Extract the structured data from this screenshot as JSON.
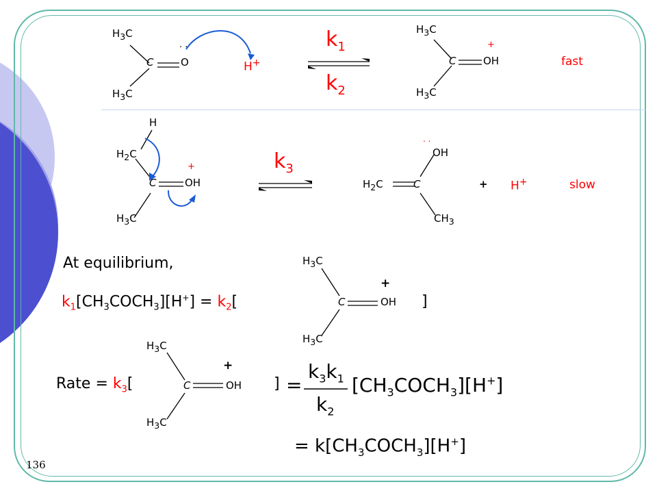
{
  "page_number": "136",
  "colors": {
    "accent": "#5a5bd6",
    "frame": "#5fb8a8",
    "highlight": "#ff0000",
    "arrow": "#1a5bd6"
  },
  "step1": {
    "k1": "k",
    "k1_sub": "1",
    "k2": "k",
    "k2_sub": "2",
    "proton": "H",
    "proton_charge": "+",
    "plus_charge": "+",
    "speed": "fast",
    "reactant": {
      "ch3_top": "H",
      "ch3_top_sub": "3",
      "ch3_top_c": "C",
      "c": "C",
      "o": "O",
      "ch3_bot": "H",
      "ch3_bot_sub": "3",
      "ch3_bot_c": "C",
      "lone_pair": ". ."
    },
    "product": {
      "ch3_top": "H",
      "ch3_top_sub": "3",
      "ch3_top_c": "C",
      "c": "C",
      "oh": "OH",
      "ch3_bot": "H",
      "ch3_bot_sub": "3",
      "ch3_bot_c": "C"
    }
  },
  "step2": {
    "k3": "k",
    "k3_sub": "3",
    "plus": "+",
    "proton": "H",
    "proton_charge": "+",
    "speed": "slow",
    "reactant": {
      "h": "H",
      "ch2": "H",
      "ch2_sub": "2",
      "ch2_c": "C",
      "c": "C",
      "oh": "OH",
      "charge": "+",
      "ch3": "H",
      "ch3_sub": "3",
      "ch3_c": "C"
    },
    "product": {
      "ch2": "H",
      "ch2_sub": "2",
      "ch2_c": "C",
      "c": "C",
      "oh": "OH",
      "lone_pair": ". .",
      "ch3_c": "CH",
      "ch3_sub": "3"
    }
  },
  "equilibrium": {
    "heading": "At equilibrium,",
    "k1": "k",
    "k1_sub": "1",
    "lhs_open": "[CH",
    "lhs_sub1": "3",
    "lhs_mid": "COCH",
    "lhs_sub2": "3",
    "lhs_close": "][H",
    "lhs_charge": "+",
    "lhs_end": "] = ",
    "k2": "k",
    "k2_sub": "2",
    "bracket_open": "[",
    "bracket_close": "]",
    "struct": {
      "ch3_top": "H",
      "ch3_top_sub": "3",
      "ch3_top_c": "C",
      "c": "C",
      "oh": "OH",
      "charge": "+",
      "ch3_bot": "H",
      "ch3_bot_sub": "3",
      "ch3_bot_c": "C"
    }
  },
  "rate": {
    "label": "Rate = ",
    "k3": "k",
    "k3_sub": "3",
    "bracket_open": "[",
    "bracket_close": "]",
    "struct": {
      "ch3_top": "H",
      "ch3_top_sub": "3",
      "ch3_top_c": "C",
      "c": "C",
      "oh": "OH",
      "charge": "+",
      "ch3_bot": "H",
      "ch3_bot_sub": "3",
      "ch3_bot_c": "C"
    },
    "equals": "=",
    "num_k3": "k",
    "num_k3_sub": "3",
    "num_k1": "k",
    "num_k1_sub": "1",
    "den_k2": "k",
    "den_k2_sub": "2",
    "conc_open": "[CH",
    "conc_sub1": "3",
    "conc_mid": "COCH",
    "conc_sub2": "3",
    "conc_close": "][H",
    "conc_charge": "+",
    "conc_end": "]"
  },
  "final": {
    "text_start": "= k[CH",
    "sub1": "3",
    "mid": "COCH",
    "sub2": "3",
    "close": "][H",
    "charge": "+",
    "end": "]"
  }
}
